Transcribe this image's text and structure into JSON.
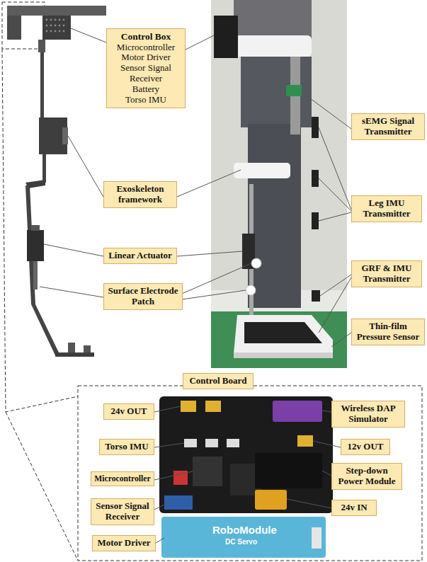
{
  "diagram": {
    "nodes": [
      {
        "text": [
          "Control Box",
          "Microcontroller",
          "Motor Driver",
          "Sensor Signal Receiver",
          "Battery",
          "Torso IMU"
        ]
      },
      {
        "text": [
          "sEMG Signal Transmitter"
        ]
      },
      {
        "text": [
          "Exoskeleton framework"
        ]
      },
      {
        "text": [
          "Leg IMU Transmitter"
        ]
      },
      {
        "text": [
          "Linear Actuator"
        ]
      },
      {
        "text": [
          "GRF & IMU Transmitter"
        ]
      },
      {
        "text": [
          "Surface Electrode Patch"
        ]
      },
      {
        "text": [
          "Thin-film Pressure Sensor"
        ]
      },
      {
        "text": [
          "Control Board"
        ]
      },
      {
        "text": [
          "24v OUT"
        ]
      },
      {
        "text": [
          "Wireless DAP Simulator"
        ]
      },
      {
        "text": [
          "Torso IMU"
        ]
      },
      {
        "text": [
          "12v OUT"
        ]
      },
      {
        "text": [
          "Microcontroller"
        ]
      },
      {
        "text": [
          "Step-down Power Module"
        ]
      },
      {
        "text": [
          "Sensor Signal Receiver"
        ]
      },
      {
        "text": [
          "24v IN"
        ]
      },
      {
        "text": [
          "Motor Driver"
        ]
      }
    ],
    "labels": [
      "RoboModule",
      "DC Servo"
    ]
  }
}
